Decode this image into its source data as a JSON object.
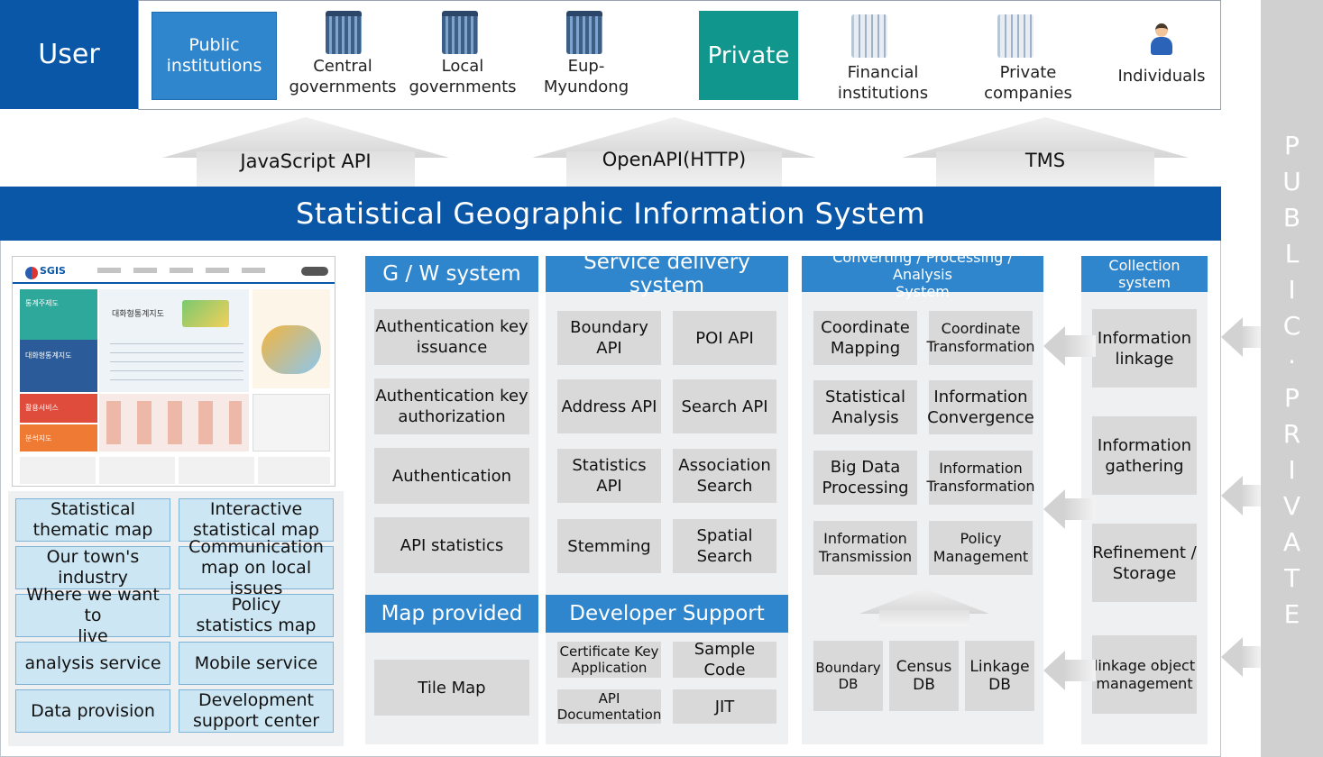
{
  "user_label": "User",
  "user_groups": {
    "public": {
      "label": "Public\ninstitutions",
      "items": [
        "Central\ngovernments",
        "Local\ngovernments",
        "Eup-\nMyundong"
      ]
    },
    "private": {
      "label": "Private",
      "items": [
        "Financial\ninstitutions",
        "Private\ncompanies",
        "Individuals"
      ]
    }
  },
  "interfaces": [
    "JavaScript API",
    "OpenAPI(HTTP)",
    "TMS"
  ],
  "system_title": "Statistical Geographic Information System",
  "services": [
    "Statistical\nthematic map",
    "Interactive\nstatistical map",
    "Our town's industry",
    "Communication\nmap on local issues",
    "Where we want to\nlive",
    "Policy\nstatistics map",
    "analysis service",
    "Mobile service",
    "Data provision",
    "Development\nsupport center"
  ],
  "gw_system": {
    "title": "G / W system",
    "items": [
      "Authentication key\nissuance",
      "Authentication key\nauthorization",
      "Authentication",
      "API statistics"
    ]
  },
  "map_provided": {
    "title": "Map provided",
    "items": [
      "Tile Map"
    ]
  },
  "service_delivery": {
    "title": "Service delivery system",
    "items": [
      "Boundary\nAPI",
      "POI API",
      "Address API",
      "Search API",
      "Statistics\nAPI",
      "Association\nSearch",
      "Stemming",
      "Spatial\nSearch"
    ]
  },
  "developer_support": {
    "title": "Developer Support",
    "items": [
      "Certificate Key\nApplication",
      "Sample Code",
      "API\nDocumentation",
      "JIT"
    ]
  },
  "converting": {
    "title": "Converting / Processing / Analysis\nSystem",
    "items": [
      "Coordinate\nMapping",
      "Coordinate\nTransformation",
      "Statistical\nAnalysis",
      "Information\nConvergence",
      "Big Data\nProcessing",
      "Information\nTransformation",
      "Information\nTransmission",
      "Policy\nManagement"
    ]
  },
  "databases": [
    "Boundary\nDB",
    "Census\nDB",
    "Linkage\nDB"
  ],
  "collection": {
    "title": "Collection system",
    "items": [
      "Information\nlinkage",
      "Information\ngathering",
      "Refinement /\nStorage",
      "linkage object\nmanagement"
    ]
  },
  "side_label": [
    "P",
    "U",
    "B",
    "L",
    "I",
    "C",
    "·",
    "P",
    "R",
    "I",
    "V",
    "A",
    "T",
    "E"
  ],
  "thumbnail": {
    "logo": "SGIS",
    "map_title": "대화형통계지도",
    "panel_labels": [
      "통계주제도",
      "대화형통계지도",
      "활용서비스",
      "분석지도"
    ]
  },
  "colors": {
    "primary_blue": "#0a57a8",
    "header_blue": "#2f86cc",
    "teal": "#10968d",
    "cell_gray": "#d9d9d9",
    "service_blue": "#cde6f3"
  }
}
